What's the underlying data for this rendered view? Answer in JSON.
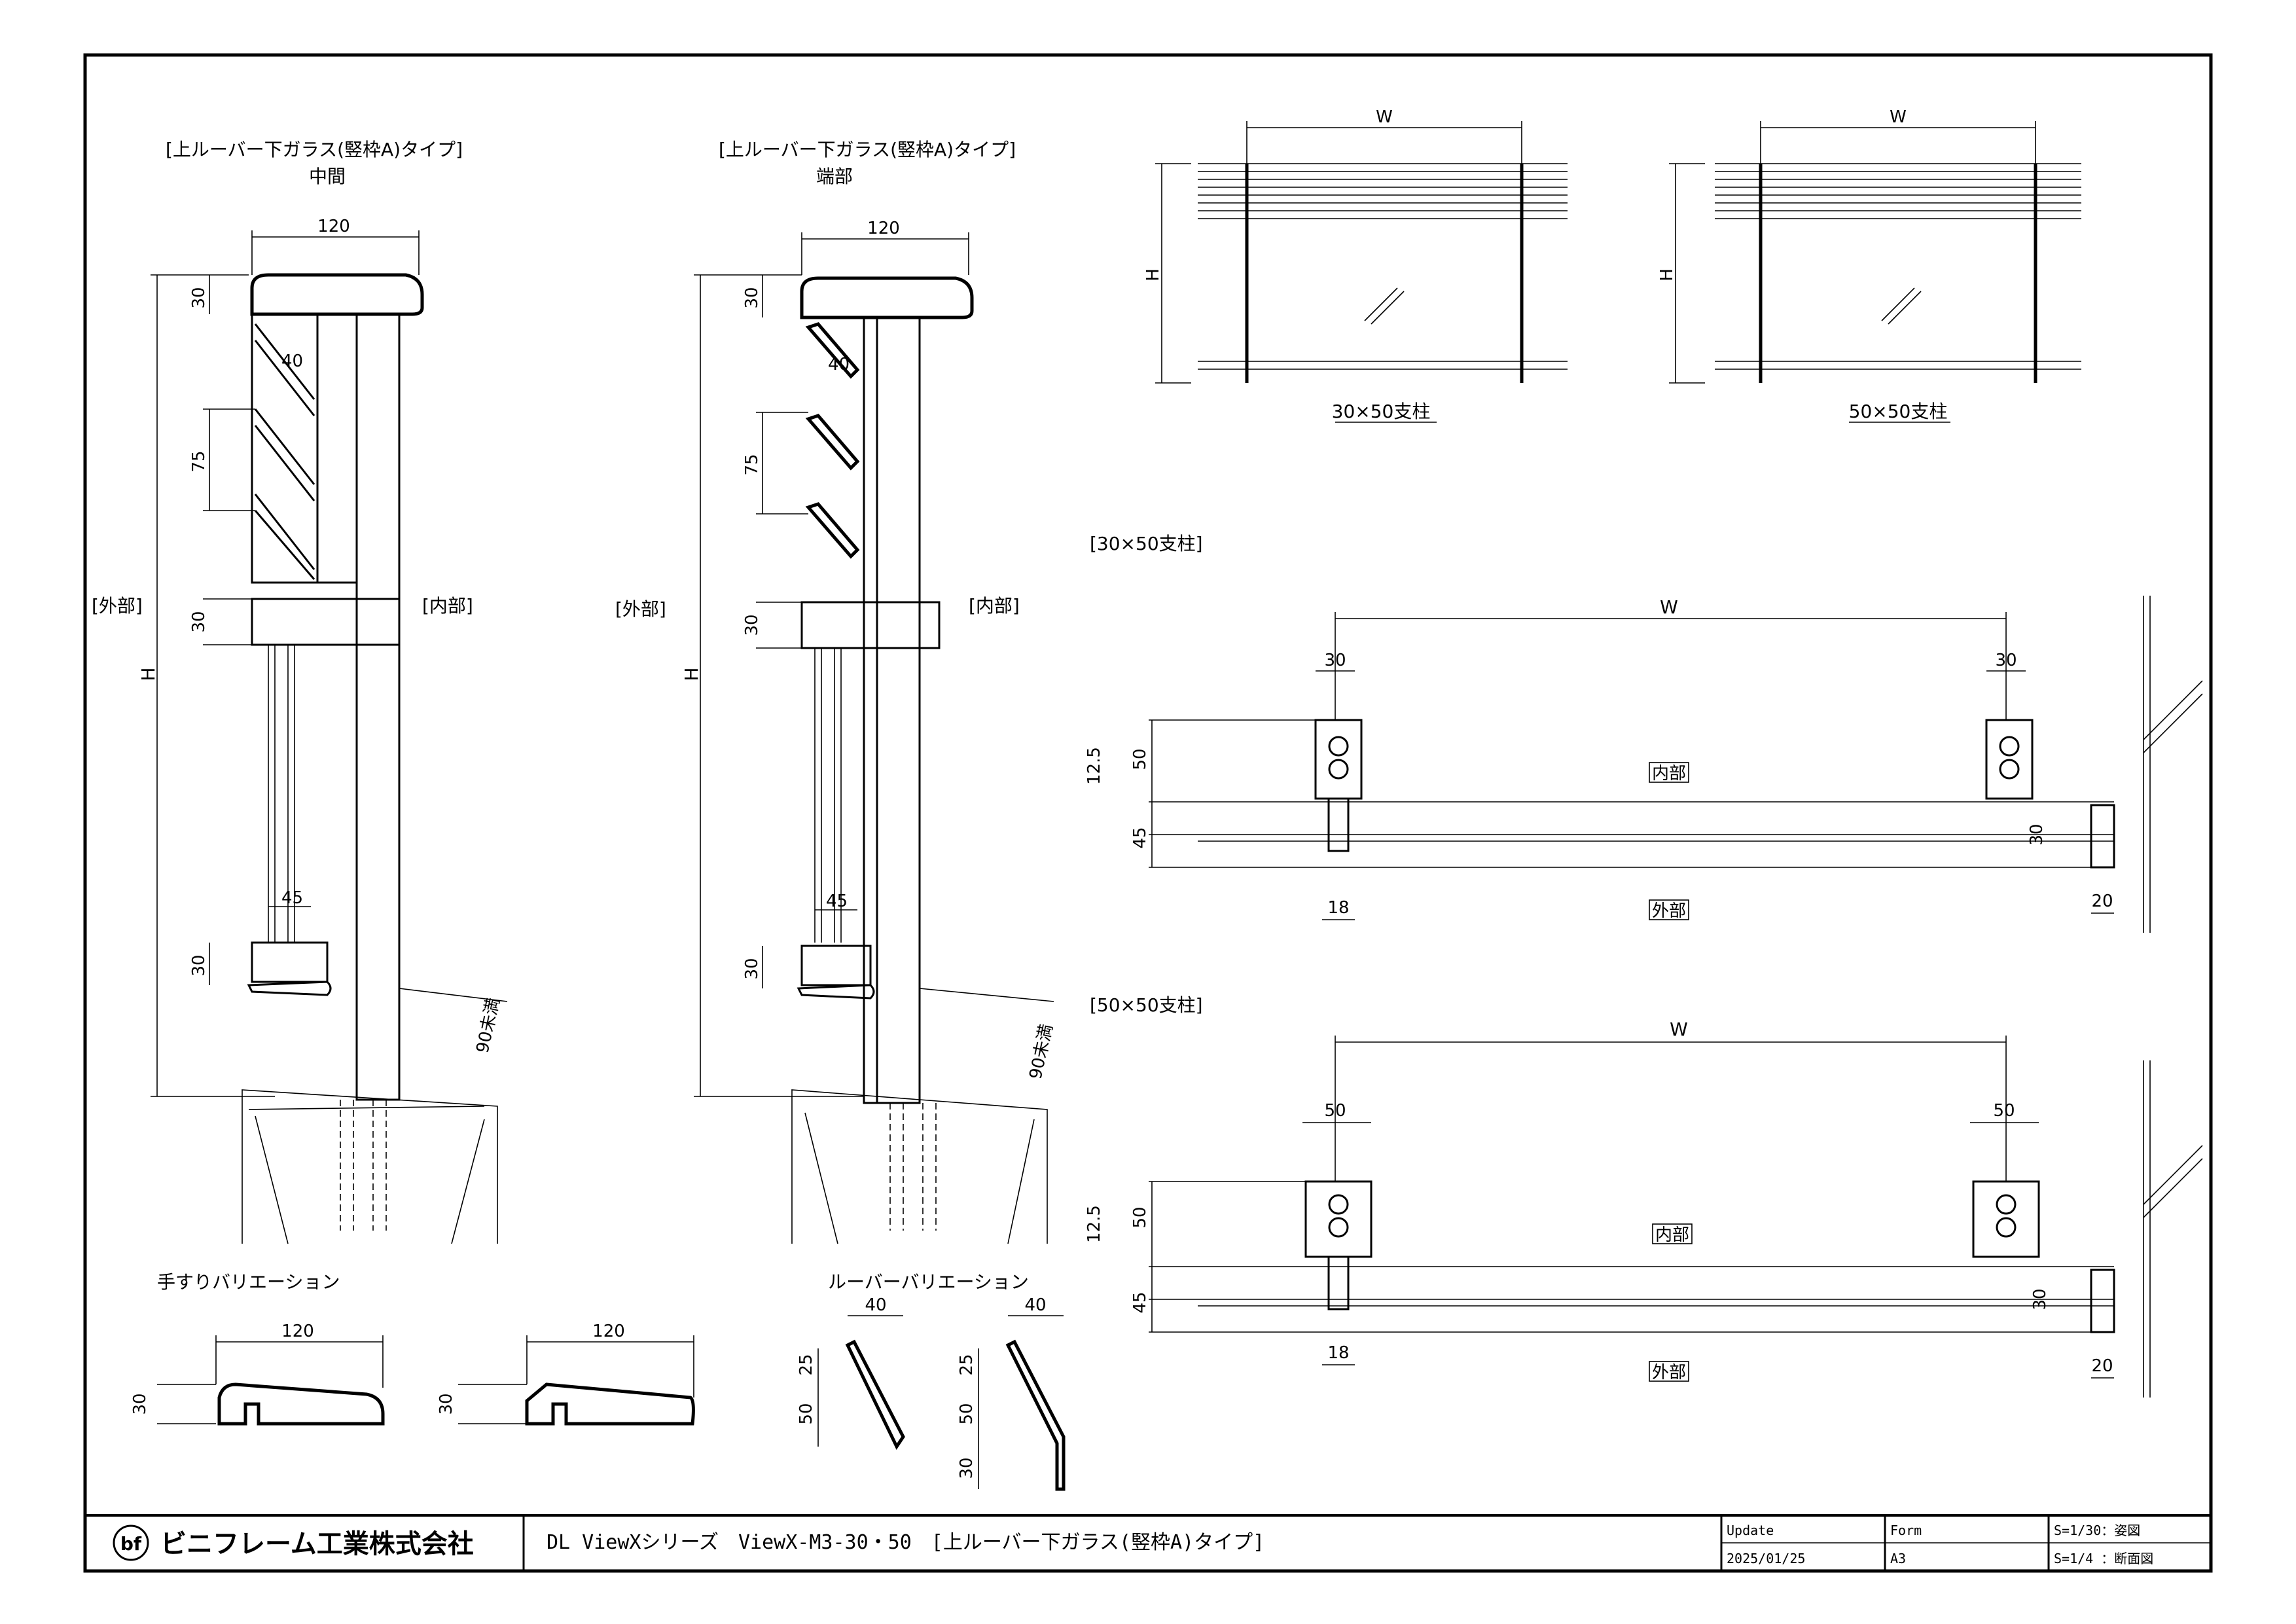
{
  "drawing": {
    "view_left": {
      "title": "[上ルーバー下ガラス(竪枠A)タイプ]",
      "subtitle": "中間"
    },
    "view_mid": {
      "title": "[上ルーバー下ガラス(竪枠A)タイプ]",
      "subtitle": "端部"
    },
    "side_labels": {
      "outside": "[外部]",
      "inside": "[内部]",
      "height": "H"
    },
    "dims_section": {
      "width": "120",
      "top": "30",
      "louver_w": "40",
      "pitch": "75",
      "mid": "30",
      "rail_w": "45",
      "bottom": "30",
      "slope": "90未満"
    },
    "elevations": [
      {
        "caption": "30×50支柱",
        "width": "W",
        "height": "H"
      },
      {
        "caption": "50×50支柱",
        "width": "W",
        "height": "H"
      }
    ],
    "plan_sections": [
      {
        "label": "[30×50支柱]",
        "width": "W",
        "post_w": "30",
        "post_w2": "30",
        "depth": "50",
        "offset": "12.5",
        "frame": "45",
        "base": "18",
        "side": "30",
        "end": "20",
        "inside": "内部",
        "outside": "外部"
      },
      {
        "label": "[50×50支柱]",
        "width": "W",
        "post_w": "50",
        "post_w2": "50",
        "depth": "50",
        "offset": "12.5",
        "frame": "45",
        "base": "18",
        "side": "30",
        "end": "20",
        "inside": "内部",
        "outside": "外部"
      }
    ],
    "handrail_variation": {
      "title": "手すりバリエーション",
      "width": "120",
      "height": "30"
    },
    "louver_variation": {
      "title": "ルーバーバリエーション",
      "width": "40",
      "h1": "25",
      "h2": "50",
      "h3": "30"
    }
  },
  "title_block": {
    "company": "ビニフレーム工業株式会社",
    "logo_text": "bf",
    "drawing_title": "DL ViewXシリーズ　ViewX-M3-30・50　[上ルーバー下ガラス(竪枠A)タイプ]",
    "update_label": "Update",
    "update_value": "2025/01/25",
    "form_label": "Form",
    "form_value": "A3",
    "scale1": "S=1/30：姿図",
    "scale2": "S=1/4 ：断面図"
  }
}
